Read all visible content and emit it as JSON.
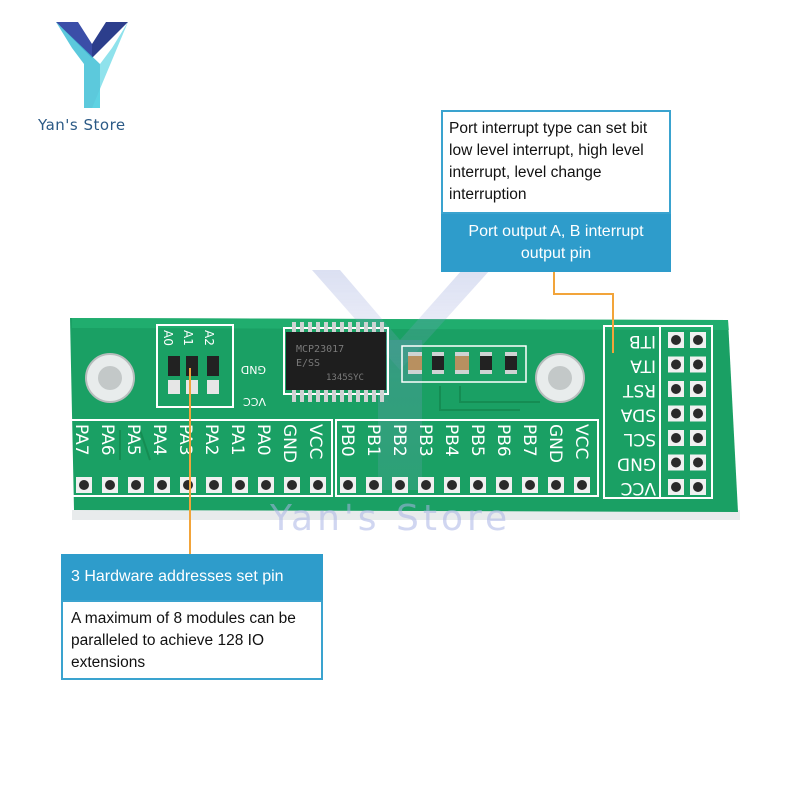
{
  "brand": {
    "name": "Yan's Store",
    "watermark": "Yan's Store"
  },
  "chip": {
    "line1": "MCP23017",
    "line2": "E/SS",
    "line3": "1345SYC"
  },
  "jumpers": {
    "labels": [
      "A0",
      "A1",
      "A2"
    ],
    "gnd": "GND",
    "vcc": "VCC"
  },
  "header_left_pins": [
    "PA7",
    "PA6",
    "PA5",
    "PA4",
    "PA3",
    "PA2",
    "PA1",
    "PA0",
    "GND",
    "VCC"
  ],
  "header_mid_pins": [
    "PB0",
    "PB1",
    "PB2",
    "PB3",
    "PB4",
    "PB5",
    "PB6",
    "PB7",
    "GND",
    "VCC"
  ],
  "header_right_pins": [
    "ITB",
    "ITA",
    "RST",
    "SDA",
    "SCL",
    "GND",
    "VCC"
  ],
  "callouts": {
    "interrupt_type": "Port interrupt type can set bit low level interrupt, high level interrupt, level change interruption",
    "port_output": "Port output A, B interrupt output pin",
    "address_pins": "3 Hardware addresses set pin",
    "max_modules": "A maximum of 8 modules can be paralleled to achieve 128 IO extensions"
  },
  "colors": {
    "pcb": "#1aa064",
    "pcb_light": "#22b371",
    "callout_blue": "#2e9ccb",
    "leader": "#f2a43a",
    "logo_dark": "#2c3e8c",
    "logo_light": "#3fc0d6"
  }
}
